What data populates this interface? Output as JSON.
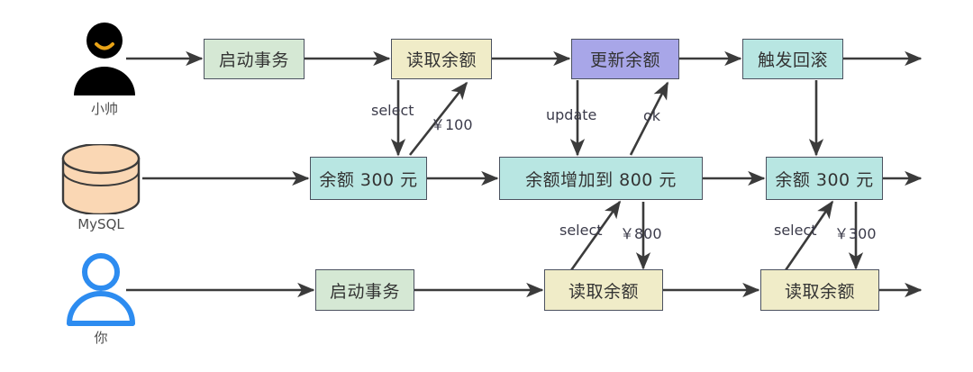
{
  "diagram": {
    "title": "MySQL transaction dirty-read / rollback sequence diagram",
    "background": "#ffffff",
    "colors": {
      "green": "#d5e8d4",
      "cream": "#f0ecc8",
      "purple": "#a8a6e8",
      "mint": "#b8e6e2",
      "db_fill": "#fad7b4",
      "stroke": "#4c5260",
      "line": "#3b3b3b",
      "actor_black": "#000000",
      "actor_blue": "#2d8cf0",
      "smile": "#e8a317",
      "text": "#333333",
      "label_text": "#4d4d4d"
    }
  },
  "actors": [
    {
      "id": "actor-xiaoshuai",
      "icon": "person-filled-icon",
      "label": "小帅"
    },
    {
      "id": "actor-mysql",
      "icon": "database-cylinder-icon",
      "label": "MySQL"
    },
    {
      "id": "actor-you",
      "icon": "person-outline-icon",
      "label": "你"
    }
  ],
  "rows": {
    "top": {
      "name": "xiaoshuai-lane",
      "nodes": [
        {
          "id": "n-start-tx-top",
          "label": "启动事务",
          "fill": "green"
        },
        {
          "id": "n-read-balance-top",
          "label": "读取余额",
          "fill": "cream"
        },
        {
          "id": "n-update-balance",
          "label": "更新余额",
          "fill": "purple"
        },
        {
          "id": "n-trigger-rollback",
          "label": "触发回滚",
          "fill": "mint"
        }
      ]
    },
    "middle": {
      "name": "mysql-lane",
      "nodes": [
        {
          "id": "n-balance-300-a",
          "label": "余额 300 元",
          "fill": "mint"
        },
        {
          "id": "n-balance-800",
          "label": "余额增加到 800 元",
          "fill": "mint"
        },
        {
          "id": "n-balance-300-b",
          "label": "余额 300 元",
          "fill": "mint"
        }
      ]
    },
    "bottom": {
      "name": "you-lane",
      "nodes": [
        {
          "id": "n-start-tx-bottom",
          "label": "启动事务",
          "fill": "green"
        },
        {
          "id": "n-read-balance-b1",
          "label": "读取余额",
          "fill": "cream"
        },
        {
          "id": "n-read-balance-b2",
          "label": "读取余额",
          "fill": "cream"
        }
      ]
    }
  },
  "edge_labels": [
    {
      "id": "lbl-select-1",
      "text": "select"
    },
    {
      "id": "lbl-yen-100",
      "text": "￥100"
    },
    {
      "id": "lbl-update",
      "text": "update"
    },
    {
      "id": "lbl-ok",
      "text": "ok"
    },
    {
      "id": "lbl-select-2",
      "text": "select"
    },
    {
      "id": "lbl-yen-800",
      "text": "￥800"
    },
    {
      "id": "lbl-select-3",
      "text": "select"
    },
    {
      "id": "lbl-yen-300",
      "text": "￥300"
    }
  ]
}
